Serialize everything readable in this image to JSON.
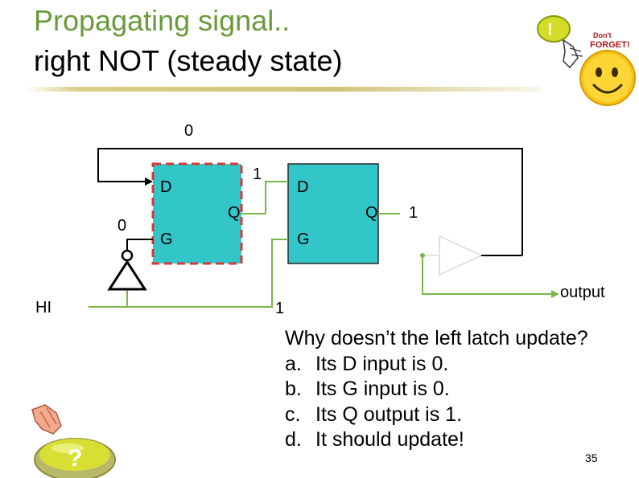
{
  "title": {
    "line1": "Propagating signal..",
    "line2": "right NOT (steady state)"
  },
  "circuit": {
    "feedback_value": "0",
    "left_latch": {
      "d_label": "D",
      "g_label": "G",
      "q_label": "Q",
      "d_value": "0"
    },
    "middle_value": "1",
    "right_latch": {
      "d_label": "D",
      "g_label": "G",
      "q_label": "Q",
      "q_value": "1"
    },
    "hi_label": "HI",
    "g_value": "1",
    "output_label": "output"
  },
  "question": {
    "text": "Why doesn’t the left latch update?",
    "options": [
      {
        "letter": "a.",
        "text": "Its D input is 0."
      },
      {
        "letter": "b.",
        "text": "Its G input is 0."
      },
      {
        "letter": "c.",
        "text": "Its Q output is 1."
      },
      {
        "letter": "d.",
        "text": "It should update!"
      }
    ]
  },
  "slide_number": "35",
  "icons": {
    "top_right": "dont-forget-smiley-icon",
    "bottom_left": "question-button-icon"
  },
  "colors": {
    "title_green": "#6a9a3a",
    "latch_fill": "#33c6c8",
    "highlight_dash": "#d63a3a",
    "wire_green": "#7ab648"
  }
}
